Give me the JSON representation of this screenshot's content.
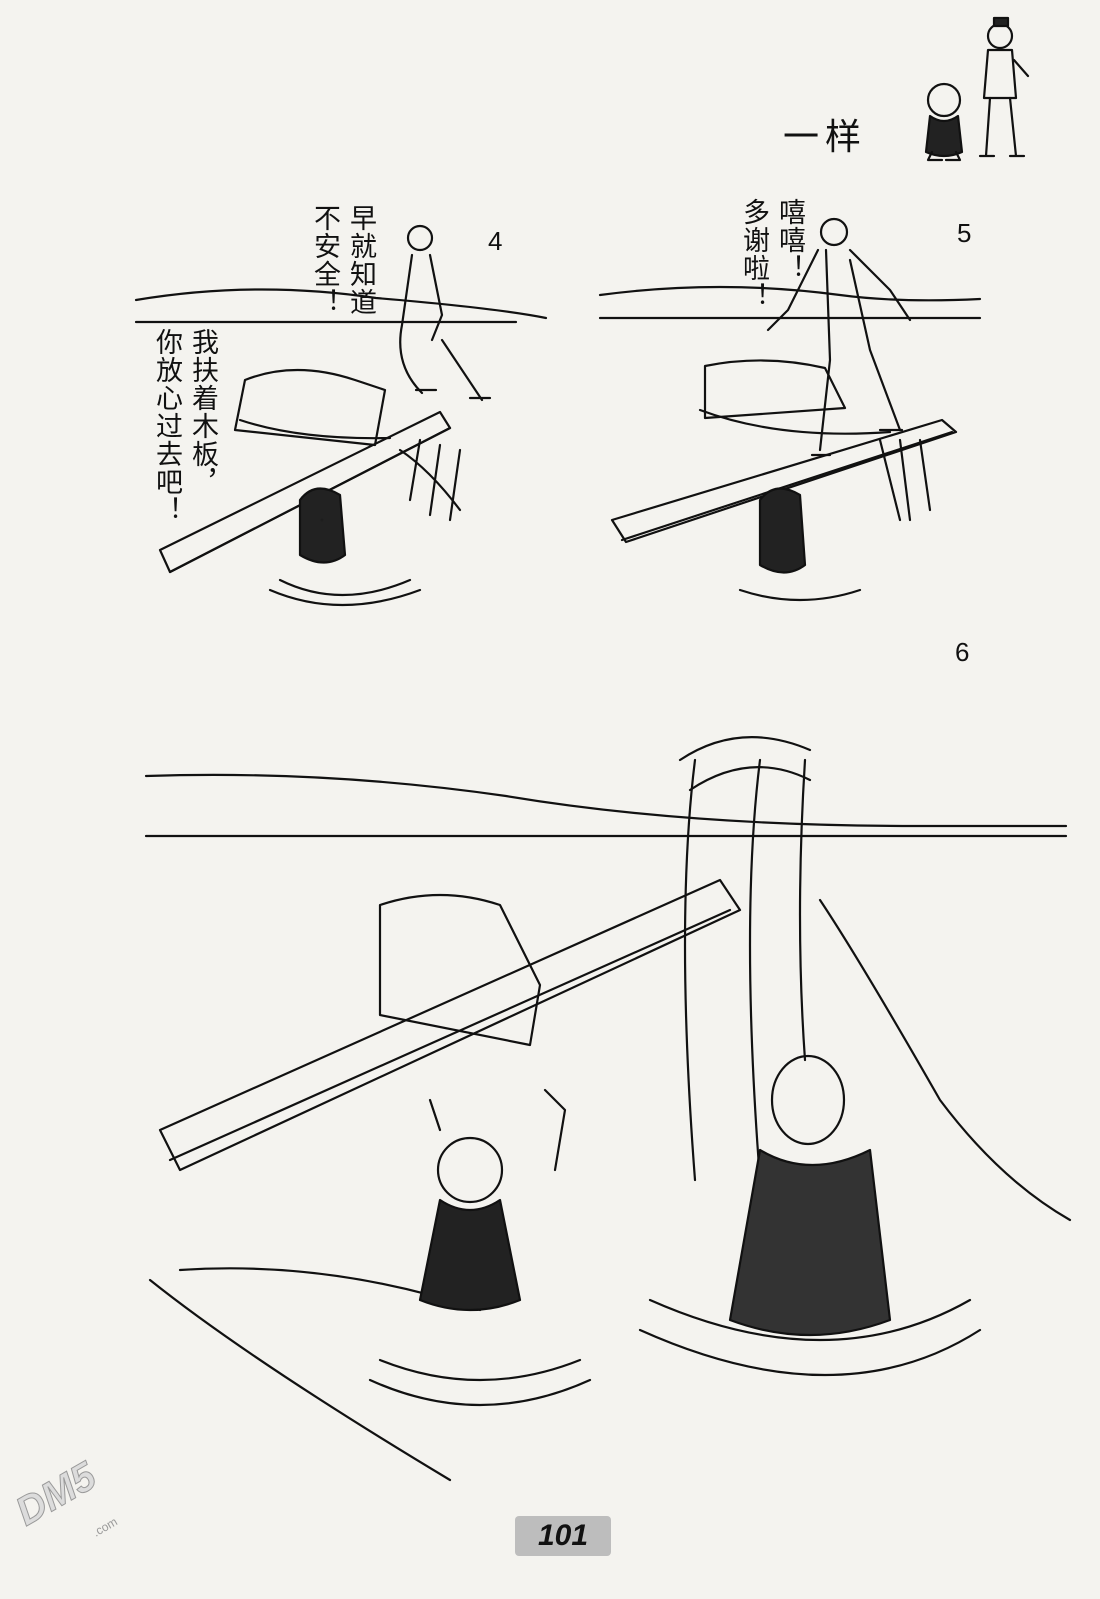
{
  "title": "一样",
  "panels": [
    {
      "number": "4",
      "speech_man": "早就知道\n不安全！",
      "speech_kid": "我扶着木板，\n你放心过去吧！"
    },
    {
      "number": "5",
      "speech_man": "嘻嘻！\n多谢啦！"
    },
    {
      "number": "6"
    }
  ],
  "page_number": "101",
  "watermark": "DM5",
  "watermark_domain": ".com"
}
